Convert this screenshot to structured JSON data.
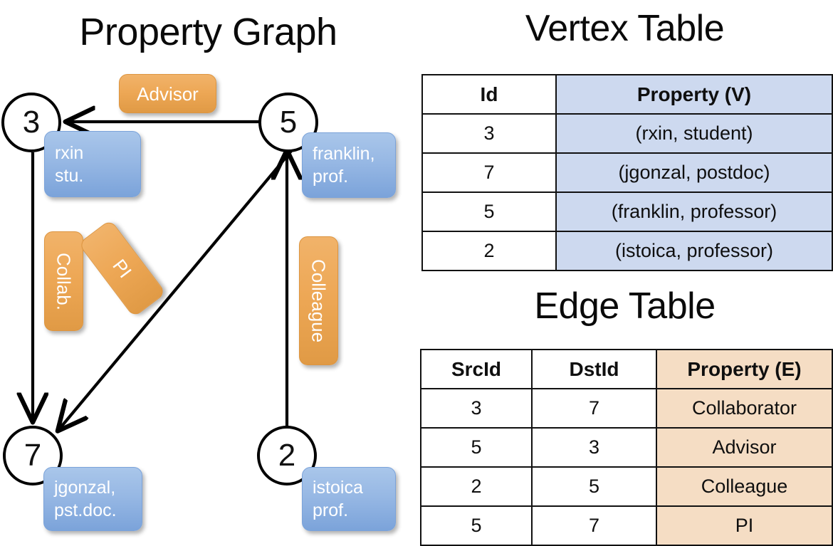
{
  "titles": {
    "property_graph": "Property Graph",
    "vertex_table": "Vertex Table",
    "edge_table": "Edge Table"
  },
  "graph": {
    "nodes": [
      {
        "id": "3",
        "label_line1": "rxin",
        "label_line2": "stu."
      },
      {
        "id": "5",
        "label_line1": "franklin,",
        "label_line2": "prof."
      },
      {
        "id": "7",
        "label_line1": "jgonzal,",
        "label_line2": "pst.doc."
      },
      {
        "id": "2",
        "label_line1": "istoica",
        "label_line2": "prof."
      }
    ],
    "edge_labels": {
      "advisor": "Advisor",
      "collab": "Collab.",
      "pi": "PI",
      "colleague": "Colleague"
    }
  },
  "vertex_table": {
    "headers": [
      "Id",
      "Property (V)"
    ],
    "rows": [
      [
        "3",
        "(rxin, student)"
      ],
      [
        "7",
        "(jgonzal, postdoc)"
      ],
      [
        "5",
        "(franklin, professor)"
      ],
      [
        "2",
        "(istoica, professor)"
      ]
    ]
  },
  "edge_table": {
    "headers": [
      "SrcId",
      "DstId",
      "Property (E)"
    ],
    "rows": [
      [
        "3",
        "7",
        "Collaborator"
      ],
      [
        "5",
        "3",
        "Advisor"
      ],
      [
        "2",
        "5",
        "Colleague"
      ],
      [
        "5",
        "7",
        "PI"
      ]
    ]
  },
  "colors": {
    "vertex_property_fill": "#cdd9ef",
    "edge_property_fill": "#f5ddc4",
    "node_box_blue": "#97b8e4",
    "edge_label_orange": "#eda755",
    "stroke": "#000000"
  }
}
